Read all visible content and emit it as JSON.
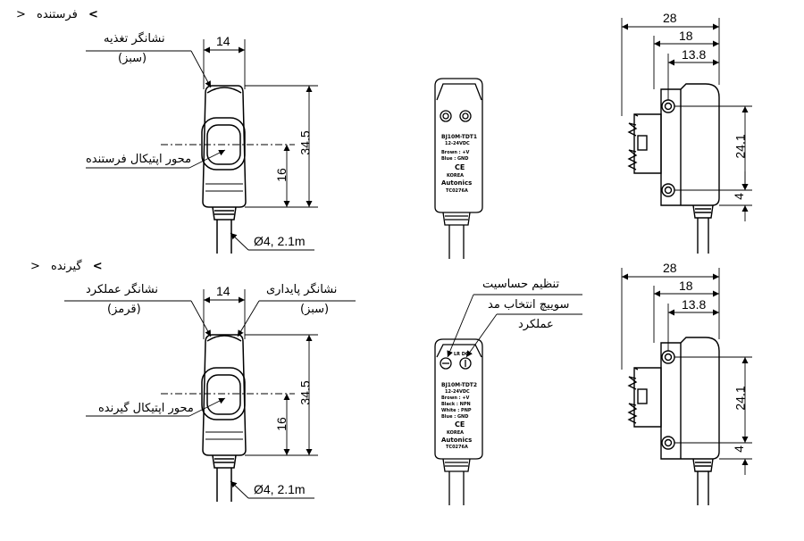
{
  "emitter": {
    "section_title": "فرستنده",
    "power_indicator": "نشانگر تغذیه",
    "power_indicator_color": "(سبز)",
    "optical_axis": "محور اپتیکال فرستنده",
    "cable": "Ø4, 2.1m",
    "dims": {
      "width": "14",
      "height": "34.5",
      "axis_height": "16",
      "depth_total": "28",
      "depth_mid": "18",
      "depth_small": "13.8",
      "hole_pitch": "24.1",
      "bottom_offset": "4"
    },
    "product_label": {
      "model": "BJ10M-TDT1",
      "voltage": "12-24VDC",
      "wire1": "Brown : +V",
      "wire2": "Blue : GND",
      "mark": "CE",
      "country": "KOREA",
      "brand": "Autonics",
      "code": "TC0276A"
    }
  },
  "receiver": {
    "section_title": "گیرنده",
    "operation_indicator": "نشانگر عملکرد",
    "operation_indicator_color": "(قرمز)",
    "stability_indicator": "نشانگر پایداری",
    "stability_indicator_color": "(سبز)",
    "optical_axis": "محور اپتیکال گیرنده",
    "cable": "Ø4, 2.1m",
    "sensitivity_adjust": "تنظیم حساسیت",
    "mode_switch_line1": "سوییچ انتخاب مد",
    "mode_switch_line2": "عملکرد",
    "dims": {
      "width": "14",
      "height": "34.5",
      "axis_height": "16",
      "depth_total": "28",
      "depth_mid": "18",
      "depth_small": "13.8",
      "hole_pitch": "24.1",
      "bottom_offset": "4"
    },
    "product_label": {
      "model": "BJ10M-TDT2",
      "voltage": "12-24VDC",
      "wire1": "Brown : +V",
      "wire2": "Black : NPN",
      "wire3": "White : PNP",
      "wire4": "Blue : GND",
      "mark": "CE",
      "country": "KOREA",
      "brand": "Autonics",
      "code": "TC0276A",
      "switch_text": "LR DO"
    }
  },
  "colors": {
    "line": "#000000",
    "background": "#ffffff"
  }
}
